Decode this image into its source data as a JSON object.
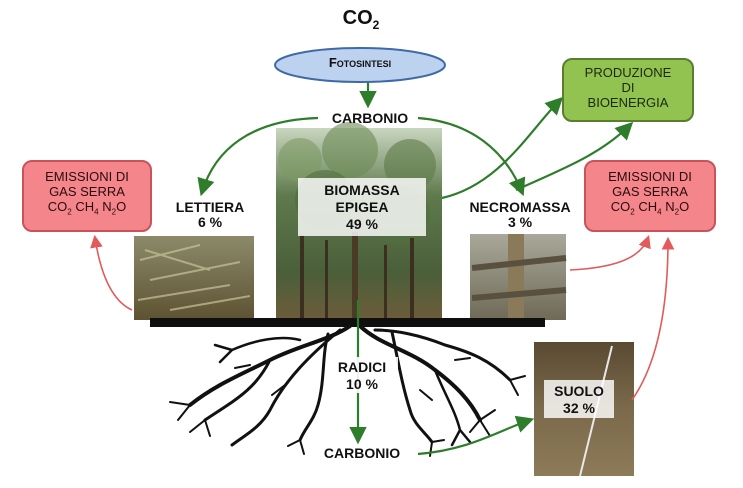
{
  "co2": {
    "main": "CO",
    "sub": "2"
  },
  "fotosintesi": "Fotosintesi",
  "carbonio_top": "CARBONIO",
  "carbonio_bottom": "CARBONIO",
  "produzione": {
    "line1": "PRODUZIONE",
    "line2": "DI",
    "line3": "BIOENERGIA"
  },
  "emissioni_left": {
    "line1": "EMISSIONI DI",
    "line2": "GAS SERRA",
    "co2": "CO",
    "co2_sub": "2",
    "ch4": "CH",
    "ch4_sub": "4",
    "n2o": "N",
    "n2o_sub": "2",
    "n2o_end": "O"
  },
  "emissioni_right": {
    "line1": "EMISSIONI DI",
    "line2": "GAS SERRA",
    "co2": "CO",
    "co2_sub": "2",
    "ch4": "CH",
    "ch4_sub": "4",
    "n2o": "N",
    "n2o_sub": "2",
    "n2o_end": "O"
  },
  "lettiera": {
    "name": "LETTIERA",
    "pct": "6 %"
  },
  "biomassa": {
    "line1": "BIOMASSA",
    "line2": "EPIGEA",
    "pct": "49 %"
  },
  "necromassa": {
    "name": "NECROMASSA",
    "pct": "3 %"
  },
  "radici": {
    "name": "RADICI",
    "pct": "10 %"
  },
  "suolo": {
    "name": "SUOLO",
    "pct": "32 %"
  },
  "colors": {
    "arrow_green": "#2e7d2a",
    "arrow_red": "#e25a5a",
    "ellipse_fill": "#bcd2ee",
    "ellipse_stroke": "#3f6aa8",
    "emission_fill": "#f4858a",
    "bioenergy_fill": "#92c351"
  }
}
